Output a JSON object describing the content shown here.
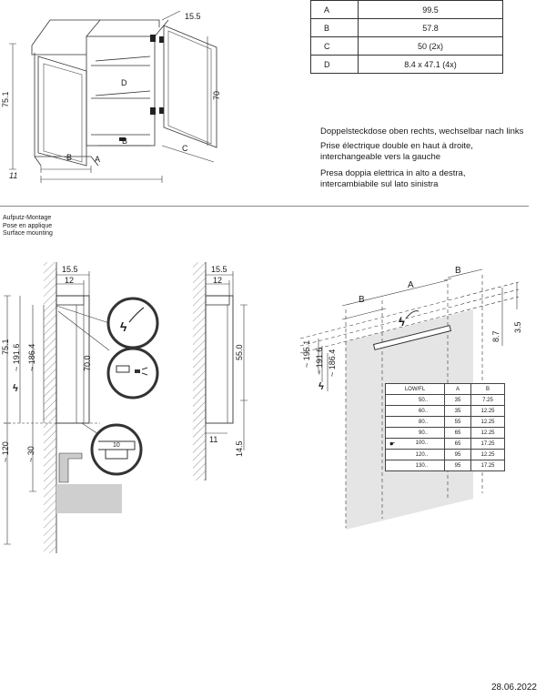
{
  "dimensions_table": [
    {
      "key": "A",
      "value": "99.5"
    },
    {
      "key": "B",
      "value": "57.8"
    },
    {
      "key": "C",
      "value": "50 (2x)"
    },
    {
      "key": "D",
      "value": "8.4 x 47.1 (4x)"
    }
  ],
  "socket_note": [
    "Doppelsteckdose oben rechts, wechselbar nach links",
    "Prise électrique double en haut à droite,",
    "interchangeable vers la gauche",
    "Presa doppia elettrica in alto a destra,",
    "intercambiabile sul lato sinistra"
  ],
  "mounting_type": [
    "Aufputz-Montage",
    "Pose en applique",
    "Surface mounting"
  ],
  "cabinet_drawing": {
    "depth": "15.5",
    "height": "75.1",
    "door_height": "70",
    "side_depth": "11",
    "labels": {
      "a": "A",
      "b": "B",
      "c": "C",
      "d": "D"
    }
  },
  "side_view_1": {
    "depth_top": "15.5",
    "depth_inner": "12",
    "h1": "75.1",
    "h2": "~ 191.6",
    "h3": "~ 186.4",
    "h4": "70.0",
    "h5": "~ 120",
    "h6": "~ 30",
    "detail_dim": "10"
  },
  "side_view_2": {
    "depth_top": "15.5",
    "depth_inner": "12",
    "h1": "55.0",
    "bottom_depth": "11",
    "h2": "14.5"
  },
  "wall_view": {
    "a": "A",
    "b1": "B",
    "b2": "B",
    "h1": "~ 195.1",
    "h2": "~ 191.6",
    "h3": "~ 186.4",
    "r1": "8.7",
    "r2": "3.5"
  },
  "low_table": {
    "headers": [
      "LOW/FL",
      "A",
      "B"
    ],
    "rows": [
      [
        "50..",
        "35",
        "7.25"
      ],
      [
        "60..",
        "35",
        "12.25"
      ],
      [
        "80..",
        "55",
        "12.25"
      ],
      [
        "90..",
        "65",
        "12.25"
      ],
      [
        "100..",
        "65",
        "17.25"
      ],
      [
        "120..",
        "95",
        "12.25"
      ],
      [
        "130..",
        "95",
        "17.25"
      ]
    ]
  },
  "date": "28.06.2022"
}
